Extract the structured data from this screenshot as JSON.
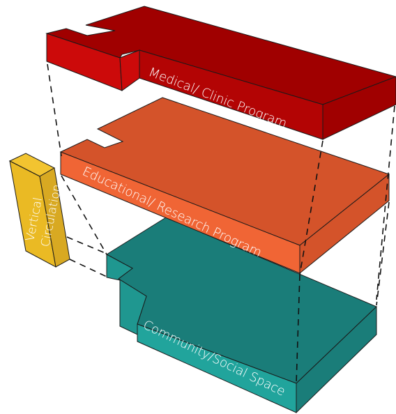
{
  "layers": [
    {
      "id": "medical",
      "label": "Medical/ Clinic Program",
      "colors": {
        "top": "#a00000",
        "left": "#cc0a0a",
        "front": "#b30404"
      }
    },
    {
      "id": "educational",
      "label": "Educational/ Research Program",
      "colors": {
        "top": "#d4532a",
        "left": "#e85d30",
        "front": "#f06535"
      }
    },
    {
      "id": "community",
      "label": "Community/Social Space",
      "colors": {
        "top": "#1a7d79",
        "left": "#1f9790",
        "front": "#21a49c"
      }
    }
  ],
  "circulation": {
    "label_line1": "Vertical",
    "label_line2": "Circulation",
    "colors": {
      "front": "#e8b30c",
      "side": "#d4a00a",
      "top": "#f2c430"
    }
  }
}
